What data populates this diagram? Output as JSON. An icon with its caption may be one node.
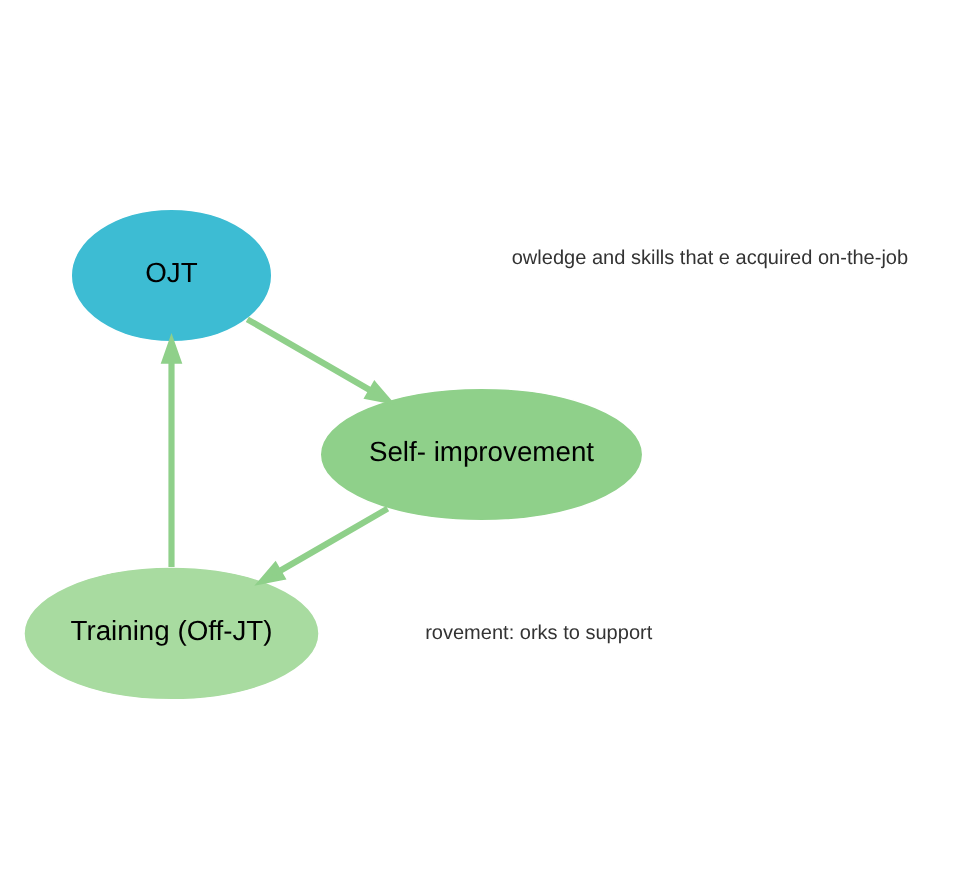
{
  "diagram": {
    "nodes": [
      {
        "text": [
          "Training (Off-JT)"
        ]
      },
      {
        "text": [
          "OJT"
        ]
      },
      {
        "text": [
          "Self- improvement"
        ]
      }
    ],
    "edges": [
      {
        "from": 0,
        "to": 1,
        "arrow": "to"
      },
      {
        "from": 1,
        "to": 2,
        "arrow": "to"
      },
      {
        "from": 2,
        "to": 0,
        "arrow": "to"
      }
    ],
    "labels": [
      "owledge and skills that e acquired on-the-job",
      "rovement: orks to support"
    ]
  }
}
